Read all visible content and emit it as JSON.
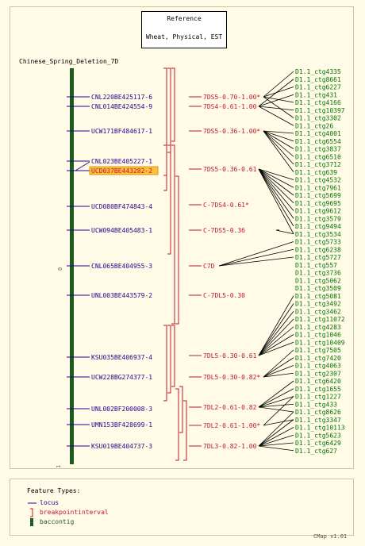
{
  "reference": {
    "line1": "Reference",
    "line2": "Wheat, Physical, EST"
  },
  "map_title": "Chinese_Spring_Deletion_7D",
  "scale": {
    "top": "0",
    "bottom": "1"
  },
  "colors": {
    "locus": "#2b008f",
    "breakpoint": "#c0182a",
    "contig": "#007500",
    "bar": "#1f5a1f",
    "highlight": "#ffbf3f"
  },
  "loci": [
    {
      "label": "CNL220BE425117-6",
      "highlight": false
    },
    {
      "label": "CNL014BE424554-9",
      "highlight": false
    },
    {
      "label": "UCW171BF484617-1",
      "highlight": false
    },
    {
      "label": "CNL023BE405227-1",
      "highlight": false
    },
    {
      "label": "UCD037BE443282-2",
      "highlight": true
    },
    {
      "label": "UCD080BF474843-4",
      "highlight": false
    },
    {
      "label": "UCW094BE405483-1",
      "highlight": false
    },
    {
      "label": "CNL065BE404955-3",
      "highlight": false
    },
    {
      "label": "UNL003BE443579-2",
      "highlight": false
    },
    {
      "label": "KSU035BE406937-4",
      "highlight": false
    },
    {
      "label": "UCW228BG274377-1",
      "highlight": false
    },
    {
      "label": "UNL002BF200008-3",
      "highlight": false
    },
    {
      "label": "UMN153BF428699-1",
      "highlight": false
    },
    {
      "label": "KSU019BE404737-3",
      "highlight": false
    }
  ],
  "intervals": [
    {
      "label": "7DS5-0.70-1.00*"
    },
    {
      "label": "7DS4-0.61-1.00"
    },
    {
      "label": "7DS5-0.36-1.00*"
    },
    {
      "label": "7DS5-0.36-0.61"
    },
    {
      "label": "C-7DS4-0.61*"
    },
    {
      "label": "C-7DS5-0.36"
    },
    {
      "label": "C7D"
    },
    {
      "label": "C-7DL5-0.30"
    },
    {
      "label": "7DL5-0.30-0.61"
    },
    {
      "label": "7DL5-0.30-0.82*"
    },
    {
      "label": "7DL2-0.61-0.82"
    },
    {
      "label": "7DL2-0.61-1.00*"
    },
    {
      "label": "7DL3-0.82-1.00"
    }
  ],
  "contigs": [
    "D1.1_ctg4335",
    "D1.1_ctg8661",
    "D1.1_ctg6227",
    "D1.1_ctg431",
    "D1.1_ctg4166",
    "D1.1_ctg10397",
    "D1.1_ctg3302",
    "D1.1_ctg26",
    "D1.1_ctg4001",
    "D1.1_ctg6554",
    "D1.1_ctg3837",
    "D1.1_ctg6510",
    "D1.1_ctg3712",
    "D1.1_ctg639",
    "D1.1_ctg4532",
    "D1.1_ctg7961",
    "D1.1_ctg5699",
    "D1.1_ctg9695",
    "D1.1_ctg9612",
    "D1.1_ctg3579",
    "D1.1_ctg9494",
    "D1.1_ctg3534",
    "D1.1_ctg5733",
    "D1.1_ctg6238",
    "D1.1_ctg5727",
    "D1.1_ctg557",
    "D1.1_ctg3736",
    "D1.1_ctg5062",
    "D1.1_ctg3509",
    "D1.1_ctg5081",
    "D1.1_ctg3492",
    "D1.1_ctg3462",
    "D1.1_ctg11072",
    "D1.1_ctg4283",
    "D1.1_ctg1046",
    "D1.1_ctg10409",
    "D1.1_ctg7505",
    "D1.1_ctg7420",
    "D1.1_ctg4063",
    "D1.1_ctg2307",
    "D1.1_ctg6420",
    "D1.1_ctg1655",
    "D1.1_ctg1227",
    "D1.1_ctg433",
    "D1.1_ctg8626",
    "D1.1_ctg3347",
    "D1.1_ctg10113",
    "D1.1_ctg5623",
    "D1.1_ctg6429",
    "D1.1_ctg627"
  ],
  "legend": {
    "title": "Feature Types:",
    "locus": "locus",
    "breakpoint": "breakpointinterval",
    "contig": "baccontig"
  },
  "footer": "CMap v1.01"
}
